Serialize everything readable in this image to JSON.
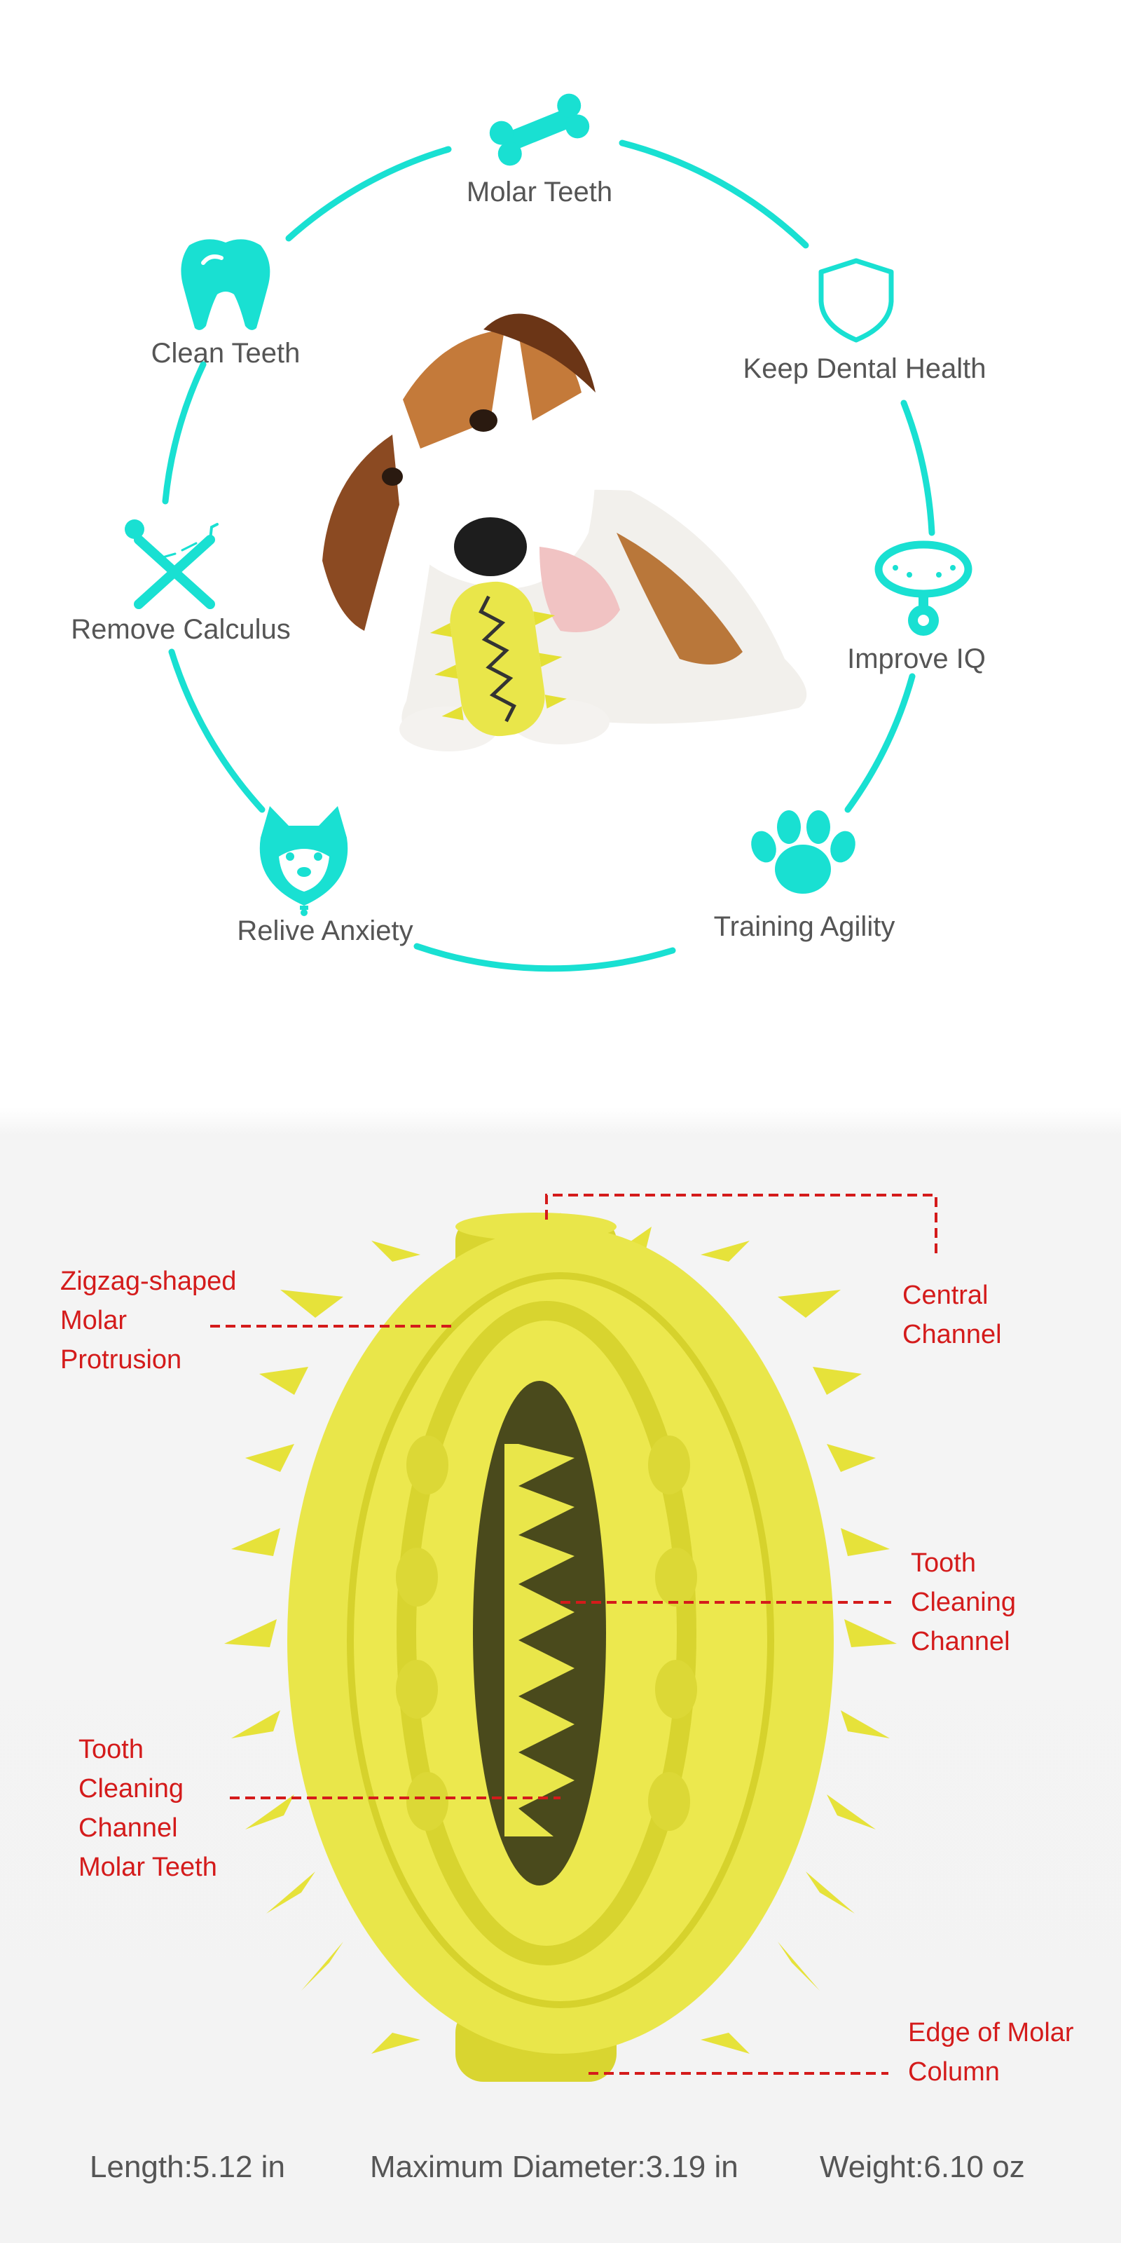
{
  "colors": {
    "accent_teal": "#19e0d2",
    "label_gray": "#555555",
    "callout_red": "#d41b1b",
    "toy_yellow": "#e9e64a"
  },
  "benefits": [
    {
      "label": "Molar Teeth",
      "icon": "bone-icon"
    },
    {
      "label": "Keep Dental Health",
      "icon": "shield-icon"
    },
    {
      "label": "Improve IQ",
      "icon": "collar-icon"
    },
    {
      "label": "Training Agility",
      "icon": "paw-icon"
    },
    {
      "label": "Relive Anxiety",
      "icon": "dog-face-icon"
    },
    {
      "label": "Remove Calculus",
      "icon": "dental-tools-icon"
    },
    {
      "label": "Clean Teeth",
      "icon": "tooth-icon"
    }
  ],
  "callouts": {
    "zigzag": [
      "Zigzag-shaped",
      "Molar",
      "Protrusion"
    ],
    "central": [
      "Central",
      "Channel"
    ],
    "cleaning_right": [
      "Tooth",
      "Cleaning",
      "Channel"
    ],
    "cleaning_left": [
      "Tooth",
      "Cleaning",
      "Channel",
      "Molar Teeth"
    ],
    "edge": [
      "Edge of Molar",
      "Column"
    ]
  },
  "specs": {
    "length": "Length:5.12 in",
    "diameter": "Maximum Diameter:3.19 in",
    "weight": "Weight:6.10 oz"
  }
}
